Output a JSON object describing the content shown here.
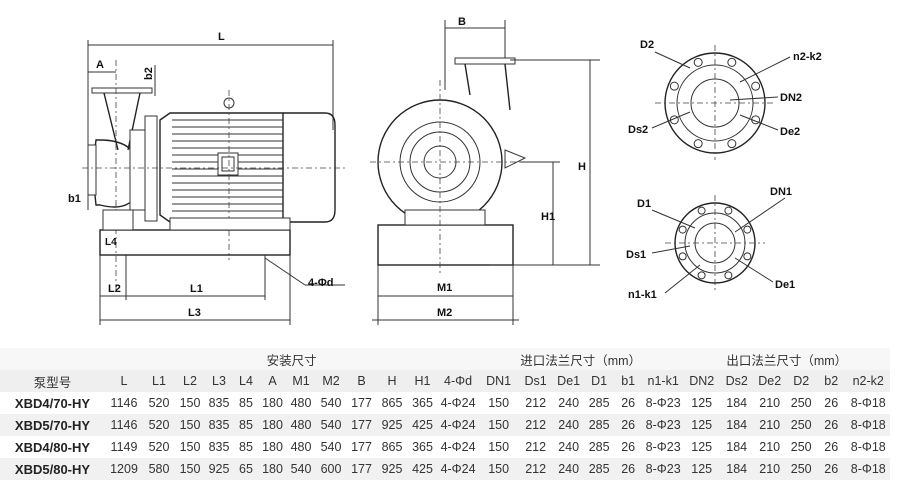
{
  "drawing": {
    "side_view_labels": {
      "L": "L",
      "A": "A",
      "b2": "b2",
      "b1": "b1",
      "L4": "L4",
      "L2": "L2",
      "L1": "L1",
      "L3": "L3",
      "holes": "4-Φd"
    },
    "front_view_labels": {
      "B": "B",
      "H": "H",
      "H1": "H1",
      "M1": "M1",
      "M2": "M2"
    },
    "outlet_flange_labels": {
      "D2": "D2",
      "n2k2": "n2-k2",
      "DN2": "DN2",
      "Ds2": "Ds2",
      "De2": "De2"
    },
    "inlet_flange_labels": {
      "D1": "D1",
      "DN1": "DN1",
      "Ds1": "Ds1",
      "n1k1": "n1-k1",
      "De1": "De1"
    }
  },
  "table": {
    "groups": {
      "install": "安装尺寸",
      "inlet": "进口法兰尺寸（mm）",
      "outlet": "出口法兰尺寸（mm）"
    },
    "model_header": "泵型号",
    "columns": [
      "L",
      "L1",
      "L2",
      "L3",
      "L4",
      "A",
      "M1",
      "M2",
      "B",
      "H",
      "H1",
      "4-Φd",
      "DN1",
      "Ds1",
      "De1",
      "D1",
      "b1",
      "n1-k1",
      "DN2",
      "Ds2",
      "De2",
      "D2",
      "b2",
      "n2-k2"
    ],
    "rows": [
      {
        "model": "XBD4/70-HY",
        "values": [
          "1146",
          "520",
          "150",
          "835",
          "85",
          "180",
          "480",
          "540",
          "177",
          "865",
          "365",
          "4-Φ24",
          "150",
          "212",
          "240",
          "285",
          "26",
          "8-Φ23",
          "125",
          "184",
          "210",
          "250",
          "26",
          "8-Φ18"
        ]
      },
      {
        "model": "XBD5/70-HY",
        "values": [
          "1146",
          "520",
          "150",
          "835",
          "85",
          "180",
          "480",
          "540",
          "177",
          "925",
          "425",
          "4-Φ24",
          "150",
          "212",
          "240",
          "285",
          "26",
          "8-Φ23",
          "125",
          "184",
          "210",
          "250",
          "26",
          "8-Φ18"
        ]
      },
      {
        "model": "XBD4/80-HY",
        "values": [
          "1149",
          "520",
          "150",
          "835",
          "85",
          "180",
          "480",
          "540",
          "177",
          "865",
          "365",
          "4-Φ24",
          "150",
          "212",
          "240",
          "285",
          "26",
          "8-Φ23",
          "125",
          "184",
          "210",
          "250",
          "26",
          "8-Φ18"
        ]
      },
      {
        "model": "XBD5/80-HY",
        "values": [
          "1209",
          "580",
          "150",
          "925",
          "65",
          "180",
          "540",
          "600",
          "177",
          "925",
          "425",
          "4-Φ24",
          "150",
          "212",
          "240",
          "285",
          "26",
          "8-Φ23",
          "125",
          "184",
          "210",
          "250",
          "26",
          "8-Φ18"
        ]
      }
    ]
  }
}
